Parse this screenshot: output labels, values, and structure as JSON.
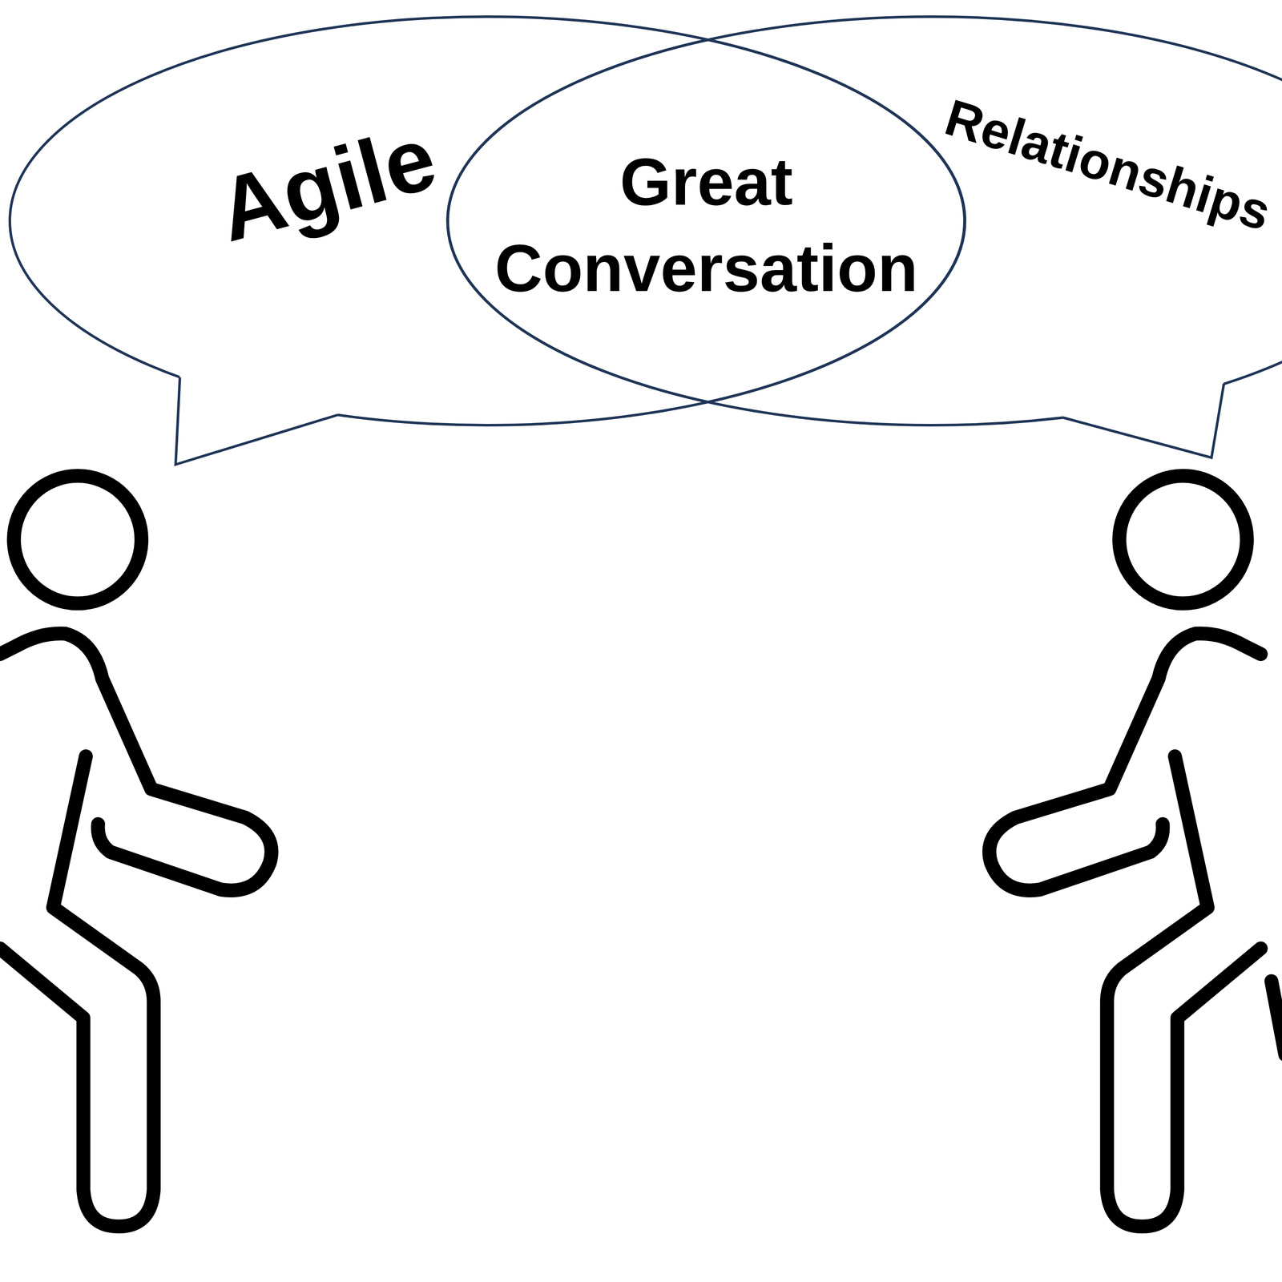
{
  "diagram": {
    "nodes": [
      {
        "text": [
          "Agile"
        ]
      },
      {
        "text": [
          "Great Conversation"
        ]
      },
      {
        "text": [
          "Relationships"
        ]
      }
    ]
  }
}
